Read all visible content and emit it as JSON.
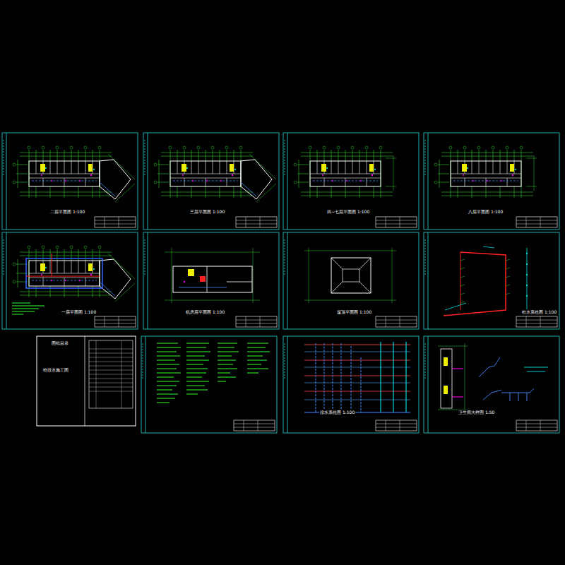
{
  "diagram": {
    "labels": [
      "二层平面图 1:100",
      "三层平面图 1:100",
      "四~七层平面图 1:100",
      "八层平面图 1:100",
      "一层平面图 1:100",
      "机房层平面图 1:100",
      "屋顶平面图 1:100",
      "给水系统图 1:100",
      "排水系统图 1:100",
      "卫生间大样图 1:50",
      "图纸目录",
      "给排水施工图"
    ]
  }
}
